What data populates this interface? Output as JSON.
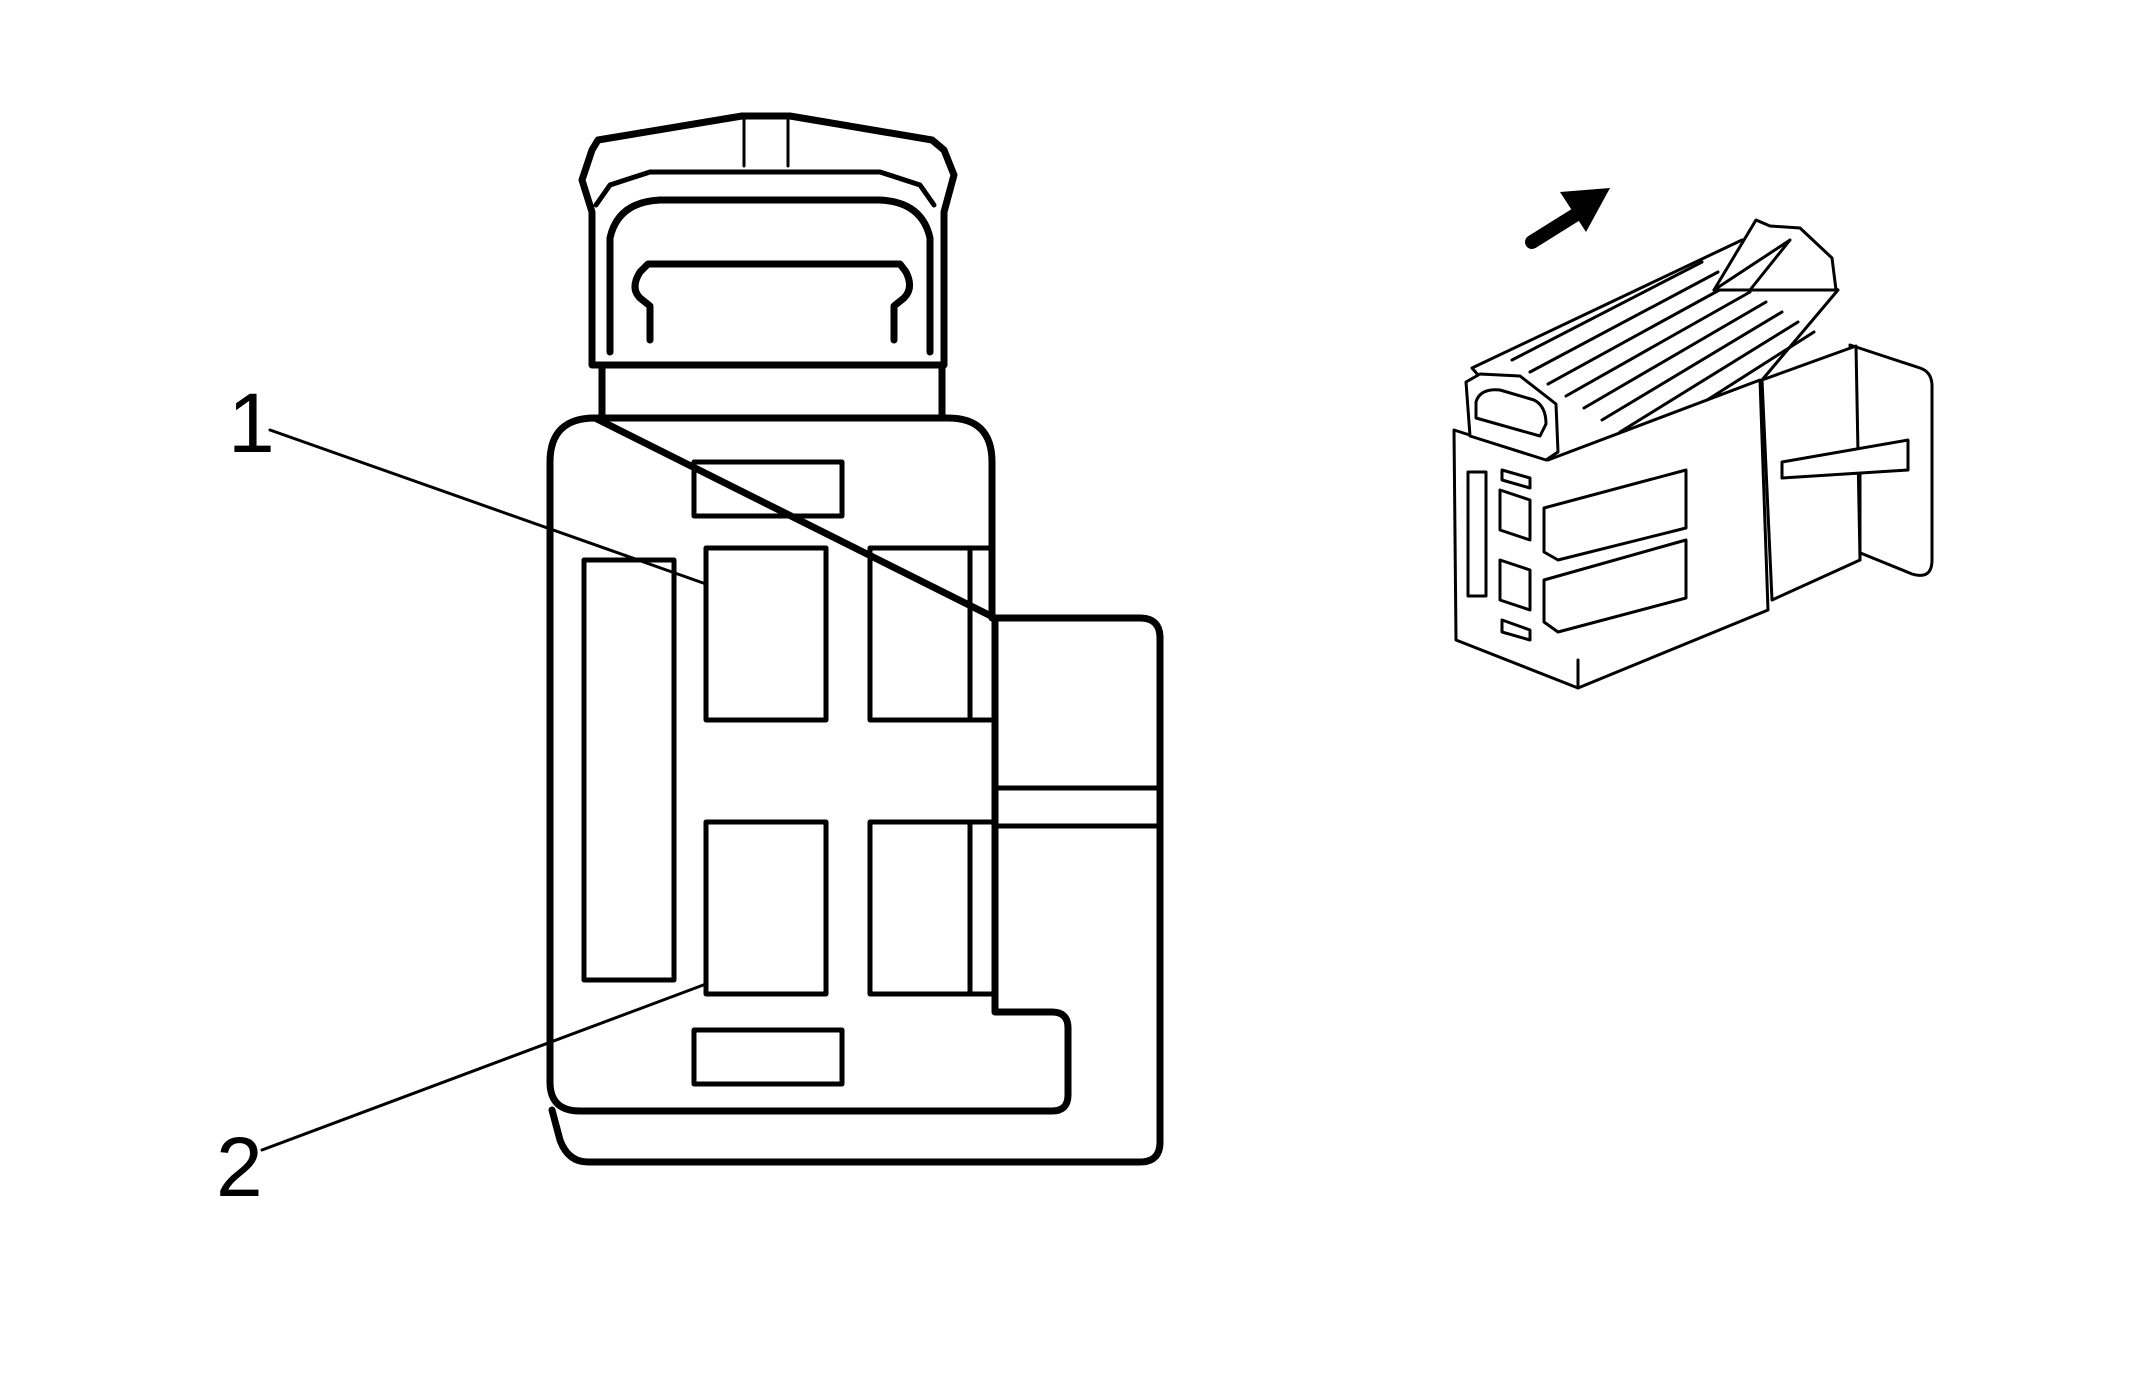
{
  "callouts": [
    {
      "id": "1",
      "label": "1"
    },
    {
      "id": "2",
      "label": "2"
    }
  ],
  "colors": {
    "line": "#000000",
    "background": "#ffffff"
  },
  "icons": {
    "direction_arrow": "arrow-up-right-icon"
  }
}
